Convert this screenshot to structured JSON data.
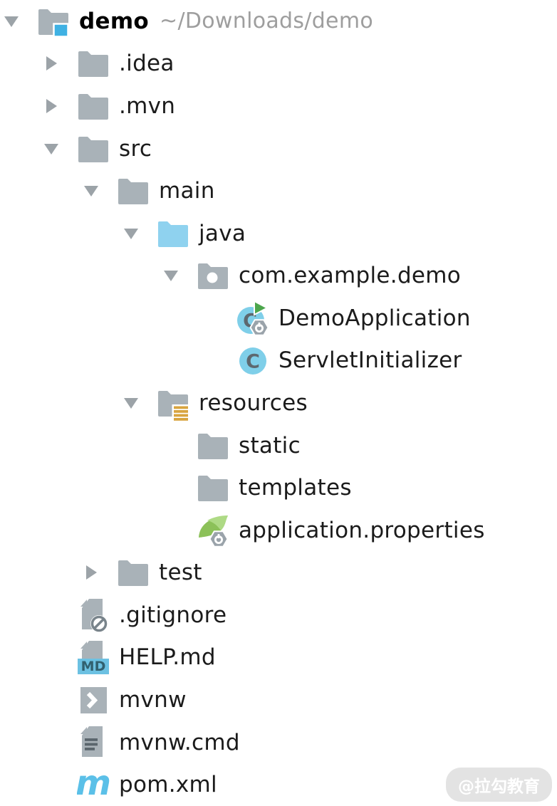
{
  "tree": {
    "rows": [
      {
        "label": "demo",
        "path_suffix": "~/Downloads/demo",
        "level": 0,
        "expand": "expanded",
        "icon": "project-folder",
        "bold": true
      },
      {
        "label": ".idea",
        "level": 1,
        "expand": "collapsed",
        "icon": "folder"
      },
      {
        "label": ".mvn",
        "level": 1,
        "expand": "collapsed",
        "icon": "folder"
      },
      {
        "label": "src",
        "level": 1,
        "expand": "expanded",
        "icon": "folder"
      },
      {
        "label": "main",
        "level": 2,
        "expand": "expanded",
        "icon": "folder"
      },
      {
        "label": "java",
        "level": 3,
        "expand": "expanded",
        "icon": "sources-folder"
      },
      {
        "label": "com.example.demo",
        "level": 4,
        "expand": "expanded",
        "icon": "package"
      },
      {
        "label": "DemoApplication",
        "level": 5,
        "expand": "none",
        "icon": "bootable-class"
      },
      {
        "label": "ServletInitializer",
        "level": 5,
        "expand": "none",
        "icon": "class"
      },
      {
        "label": "resources",
        "level": 3,
        "expand": "expanded",
        "icon": "resources-folder"
      },
      {
        "label": "static",
        "level": 4,
        "expand": "none",
        "icon": "folder"
      },
      {
        "label": "templates",
        "level": 4,
        "expand": "none",
        "icon": "folder"
      },
      {
        "label": "application.properties",
        "level": 4,
        "expand": "none",
        "icon": "spring-config"
      },
      {
        "label": "test",
        "level": 2,
        "expand": "collapsed",
        "icon": "folder"
      },
      {
        "label": ".gitignore",
        "level": 1,
        "expand": "none",
        "icon": "ignored-file"
      },
      {
        "label": "HELP.md",
        "level": 1,
        "expand": "none",
        "icon": "markdown-file"
      },
      {
        "label": "mvnw",
        "level": 1,
        "expand": "none",
        "icon": "shell-script"
      },
      {
        "label": "mvnw.cmd",
        "level": 1,
        "expand": "none",
        "icon": "text-file"
      },
      {
        "label": "pom.xml",
        "level": 1,
        "expand": "none",
        "icon": "maven-file"
      }
    ]
  },
  "watermark": {
    "text": "@拉勾教育"
  },
  "colors": {
    "label_text": "#1b1b1b",
    "path_text": "#9e9e9e",
    "arrow_gray": "#9CA3A8",
    "folder_gray": "#A9B2B8",
    "sources_blue": "#8FD2EF",
    "project_badge_blue": "#3FB1E3",
    "class_circle_blue": "#7FCFE9",
    "class_letter_gray": "#5D686F",
    "run_green": "#4CA64C",
    "hexagon_gray": "#9AA3AA",
    "spring_green": "#8CC159",
    "spring_green_light": "#AEDA85",
    "resources_gold": "#D8A43F",
    "md_badge_blue": "#6CC1E2",
    "md_letter": "#31606F",
    "file_line_gray": "#5B666D",
    "ignored_badge_gray": "#79848B",
    "maven_blue": "#5BC0E8",
    "watermark_bg": "#e3e3e3",
    "watermark_text": "#ffffff"
  }
}
